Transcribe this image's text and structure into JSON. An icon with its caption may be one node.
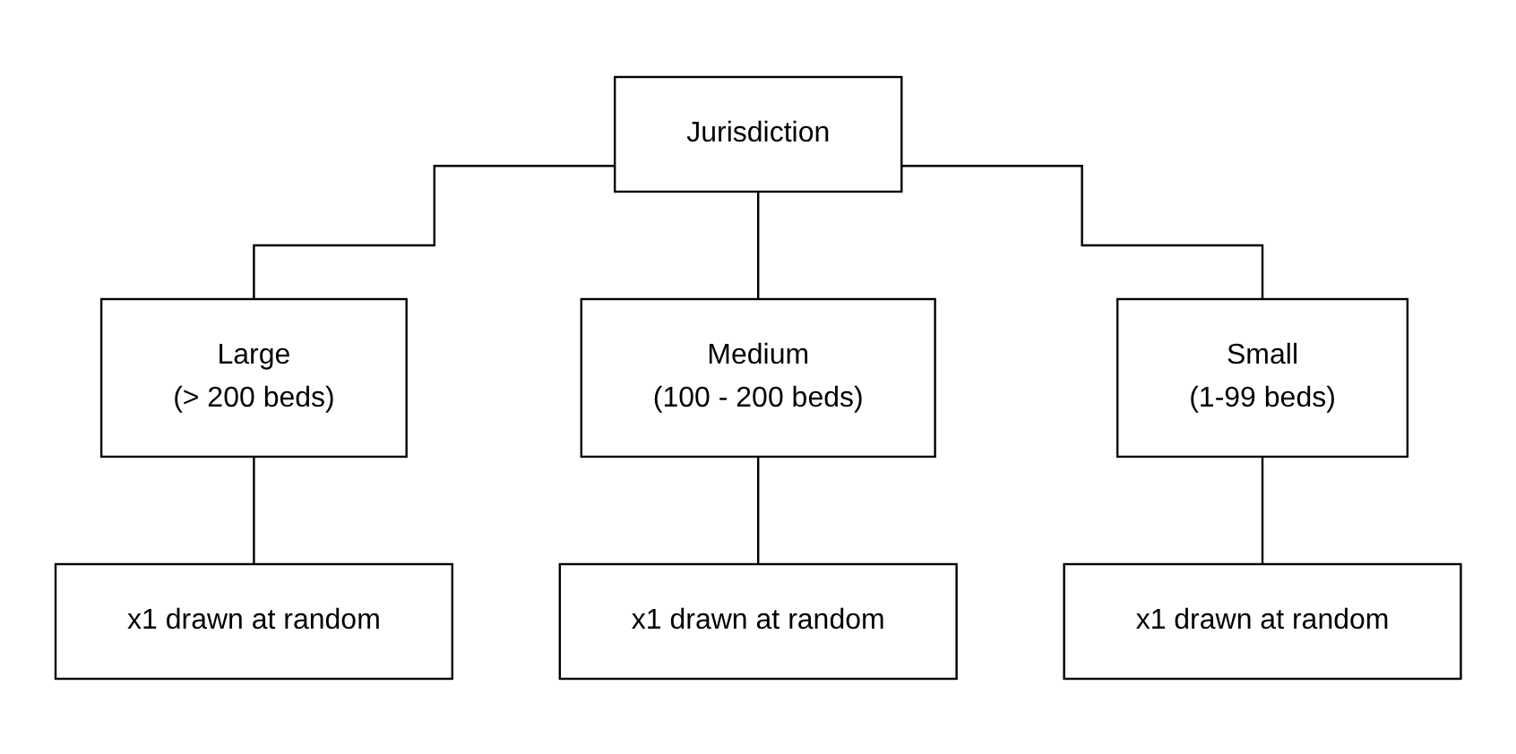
{
  "diagram": {
    "nodes": [
      {
        "text": [
          "Jurisdiction"
        ]
      },
      {
        "text": [
          "Large",
          "(> 200 beds)"
        ]
      },
      {
        "text": [
          "Medium",
          "(100 - 200 beds)"
        ]
      },
      {
        "text": [
          "Small",
          "(1-99 beds)"
        ]
      },
      {
        "text": [
          "x1 drawn at random"
        ]
      },
      {
        "text": [
          "x1 drawn at random"
        ]
      },
      {
        "text": [
          "x1 drawn at random"
        ]
      }
    ],
    "edges": [
      {
        "from": 0,
        "to": 1,
        "arrow": "none"
      },
      {
        "from": 0,
        "to": 2,
        "arrow": "none"
      },
      {
        "from": 0,
        "to": 3,
        "arrow": "none"
      },
      {
        "from": 1,
        "to": 4,
        "arrow": "none"
      },
      {
        "from": 2,
        "to": 5,
        "arrow": "none"
      },
      {
        "from": 3,
        "to": 6,
        "arrow": "none"
      }
    ]
  }
}
